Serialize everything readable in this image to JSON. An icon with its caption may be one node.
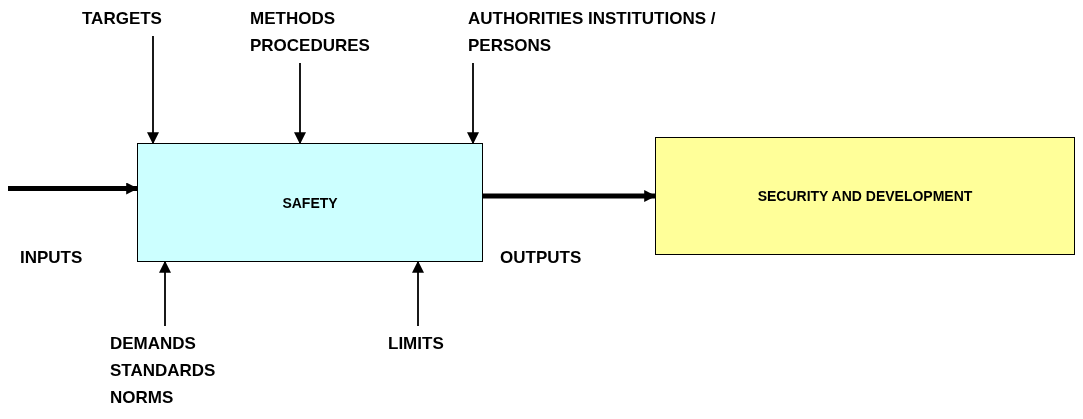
{
  "diagram": {
    "nodes": [
      {
        "text": [
          "SAFETY"
        ]
      },
      {
        "text": [
          "SECURITY AND DEVELOPMENT"
        ]
      },
      {
        "text": [
          "TARGETS"
        ]
      },
      {
        "text": [
          "METHODS PROCEDURES"
        ]
      },
      {
        "text": [
          "AUTHORITIES INSTITUTIONS / PERSONS"
        ]
      },
      {
        "text": [
          "DEMANDS STANDARDS NORMS"
        ]
      },
      {
        "text": [
          "LIMITS"
        ]
      }
    ],
    "edges": [
      {
        "from": 2,
        "to": 0,
        "arrow": "to"
      },
      {
        "from": 3,
        "to": 0,
        "arrow": "to"
      },
      {
        "from": 4,
        "to": 0,
        "arrow": "to"
      },
      {
        "from": null,
        "to": 0,
        "arrow": "to",
        "style": "thick"
      },
      {
        "from": 0,
        "to": 1,
        "arrow": "to",
        "style": "thick"
      },
      {
        "from": 5,
        "to": 0,
        "arrow": "to"
      },
      {
        "from": 6,
        "to": 0,
        "arrow": "to"
      }
    ],
    "labels": [
      "INPUTS",
      "OUTPUTS"
    ]
  }
}
